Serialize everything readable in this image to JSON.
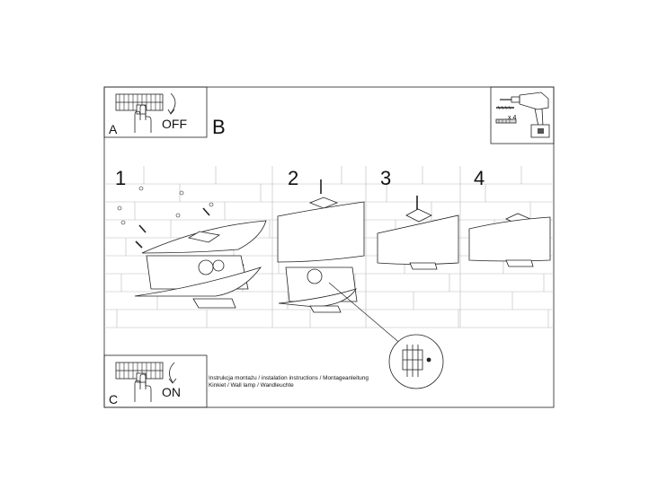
{
  "panel_a": {
    "letter": "A",
    "status": "OFF"
  },
  "panel_b": {
    "letter": "B"
  },
  "panel_c": {
    "letter": "C",
    "status": "ON"
  },
  "tools": {
    "quantity": "x 4"
  },
  "steps": [
    {
      "number": "1"
    },
    {
      "number": "2"
    },
    {
      "number": "3"
    },
    {
      "number": "4"
    }
  ],
  "caption": {
    "line1": "Instrukcja montażu / instalation instructions / Montageanleitung",
    "line2": "Kinkiet / Wall lamp / Wandleuchte"
  },
  "colors": {
    "line": "#222222",
    "brick": "#bbbbbb",
    "shade": "#9a9a9a"
  }
}
